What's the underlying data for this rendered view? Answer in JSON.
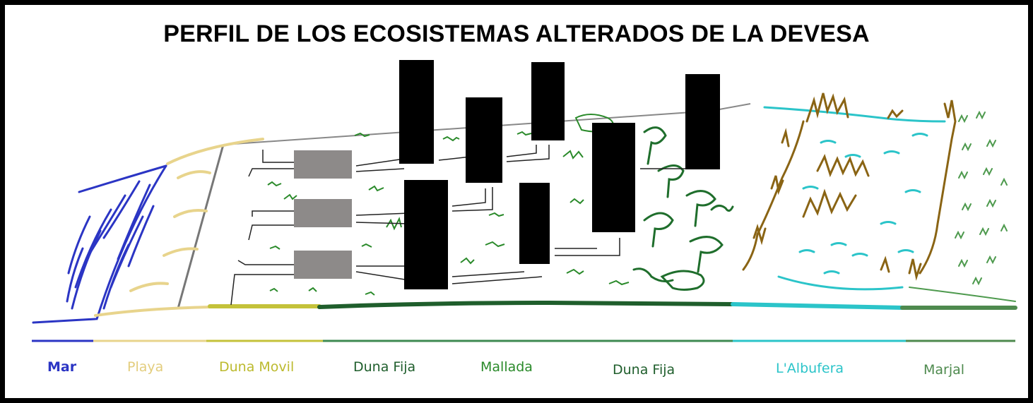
{
  "title": "PERFIL DE LOS ECOSISTEMAS ALTERADOS DE LA DEVESA",
  "zones": [
    {
      "label": "Mar",
      "color": "#2b35c4"
    },
    {
      "label": "Playa",
      "color": "#e8d48c"
    },
    {
      "label": "Duna Movil",
      "color": "#c4c23a"
    },
    {
      "label": "Duna Fija",
      "color": "#1f5e2c"
    },
    {
      "label": "Mallada",
      "color": "#2a8a2a"
    },
    {
      "label": "Duna Fija",
      "color": "#1f5e2c"
    },
    {
      "label": "L'Albufera",
      "color": "#2bc4c9"
    },
    {
      "label": "Marjal",
      "color": "#4e8a4e"
    }
  ],
  "colors": {
    "sea": "#2b35c4",
    "beach": "#e8d48c",
    "mobile_dune": "#c4c23a",
    "fixed_dune": "#1f5e2c",
    "mallada": "#2a8a2a",
    "albufera_water": "#2bc4c9",
    "reeds": "#8a6414",
    "marsh": "#4e8a4e",
    "redacted_label": "#8d8a89"
  }
}
